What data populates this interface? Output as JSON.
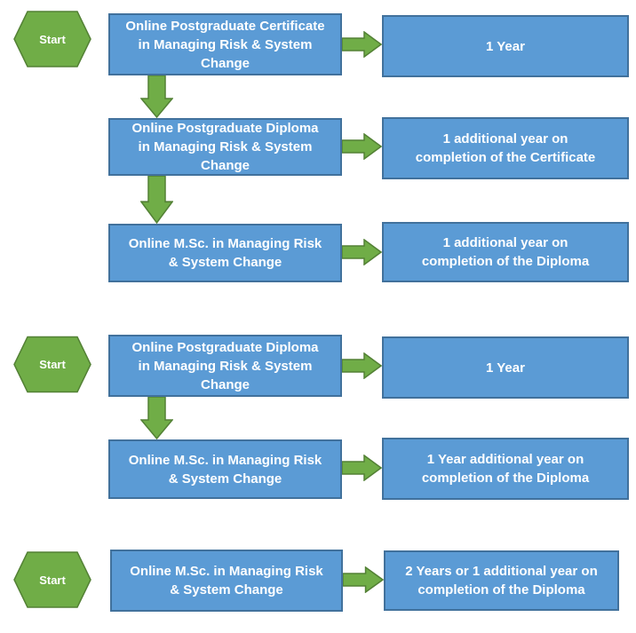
{
  "colors": {
    "box_fill": "#5B9BD5",
    "box_border": "#41719C",
    "green_fill": "#70AD47",
    "green_border": "#538135",
    "text_color": "#FFFFFF",
    "background": "#FFFFFF"
  },
  "flows": [
    {
      "start_label": "Start",
      "rows": [
        {
          "program": "Online Postgraduate Certificate\nin Managing Risk & System\nChange",
          "duration": "1 Year"
        },
        {
          "program": "Online Postgraduate Diploma\nin Managing Risk & System\nChange",
          "duration": "1 additional year on\ncompletion of the Certificate"
        },
        {
          "program": "Online M.Sc. in Managing Risk\n& System Change",
          "duration": "1 additional year on\ncompletion of the Diploma"
        }
      ]
    },
    {
      "start_label": "Start",
      "rows": [
        {
          "program": "Online Postgraduate Diploma\nin Managing Risk & System\nChange",
          "duration": "1 Year"
        },
        {
          "program": "Online M.Sc. in Managing Risk\n& System Change",
          "duration": "1 Year additional year on\ncompletion of the Diploma"
        }
      ]
    },
    {
      "start_label": "Start",
      "rows": [
        {
          "program": "Online M.Sc. in Managing Risk\n& System Change",
          "duration": "2 Years or 1 additional year on\ncompletion of the Diploma"
        }
      ]
    }
  ]
}
